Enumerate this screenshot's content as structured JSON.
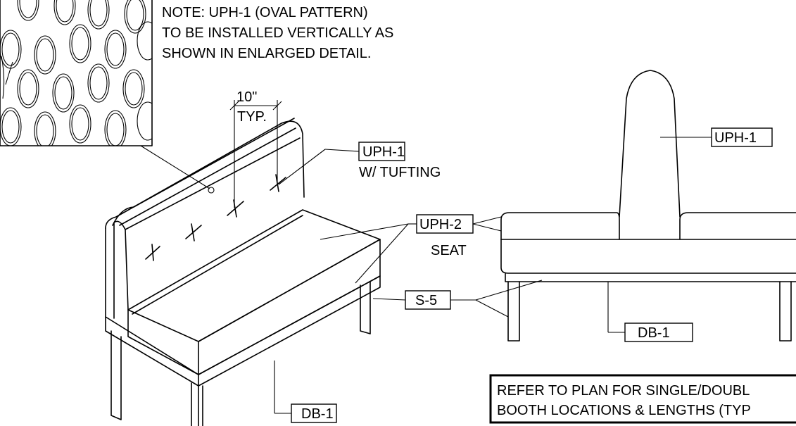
{
  "note": {
    "line1": "NOTE: UPH-1 (OVAL PATTERN)",
    "line2": "TO BE INSTALLED VERTICALLY AS",
    "line3": "SHOWN IN ENLARGED DETAIL."
  },
  "dimension": {
    "value": "10\"",
    "suffix": "TYP."
  },
  "tags": {
    "uph1_left": "UPH-1",
    "uph1_left_note": "W/ TUFTING",
    "uph2": "UPH-2",
    "uph2_note": "SEAT",
    "s5": "S-5",
    "db1_left": "DB-1",
    "uph1_right": "UPH-1",
    "db1_right": "DB-1"
  },
  "reference": {
    "line1": "REFER TO PLAN FOR SINGLE/DOUBL",
    "line2": "BOOTH LOCATIONS & LENGTHS (TYP"
  }
}
